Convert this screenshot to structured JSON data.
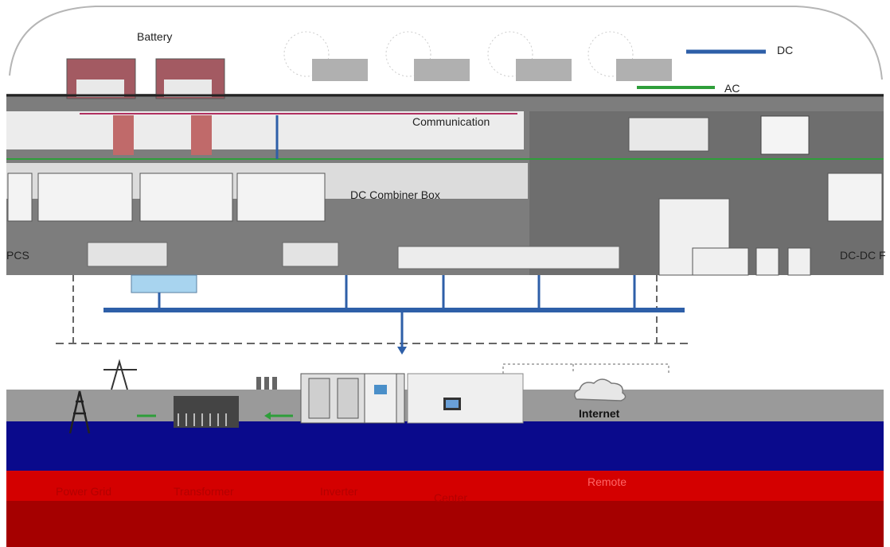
{
  "labels": {
    "battery": "Battery",
    "dc": "DC",
    "ac": "AC",
    "communication": "Communication",
    "dc_combiner_box": "DC Combiner Box",
    "pcs": "PCS",
    "dc_dc": "DC-DC F",
    "internet": "Internet",
    "power_grid": "Power Grid",
    "transformer": "Transformer",
    "inverter": "Inverter",
    "center": "Center",
    "remote": "Remote"
  },
  "colors": {
    "dc_line": "#2e5fa8",
    "ac_line": "#2e9e3a",
    "comm_line": "#b03060",
    "band_gray": "#7a7a7a",
    "band_blue": "#0a0a8c",
    "band_red": "#c40000",
    "band_dark_red": "#a50000"
  }
}
